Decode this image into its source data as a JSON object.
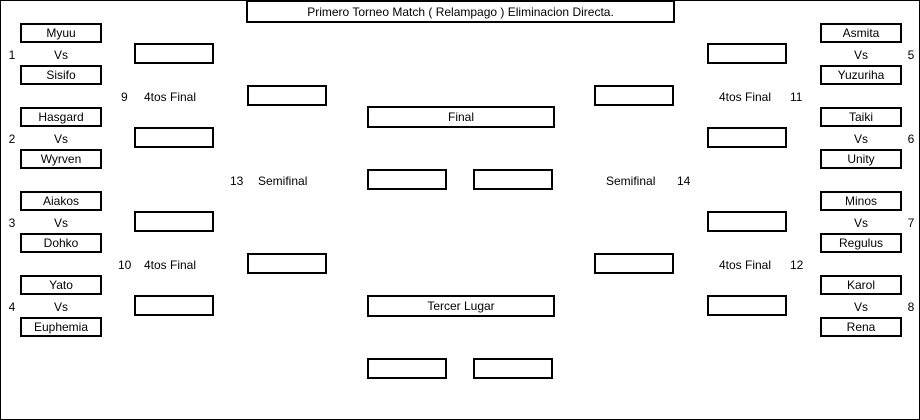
{
  "title": "Primero Torneo Match ( Relampago ) Eliminacion Directa.",
  "vs_label": "Vs",
  "left_matches": [
    {
      "number": "1",
      "top": "Myuu",
      "bottom": "Sisifo"
    },
    {
      "number": "2",
      "top": "Hasgard",
      "bottom": "Wyrven"
    },
    {
      "number": "3",
      "top": "Aiakos",
      "bottom": "Dohko"
    },
    {
      "number": "4",
      "top": "Yato",
      "bottom": "Euphemia"
    }
  ],
  "right_matches": [
    {
      "number": "5",
      "top": "Asmita",
      "bottom": "Yuzuriha"
    },
    {
      "number": "6",
      "top": "Taiki",
      "bottom": "Unity"
    },
    {
      "number": "7",
      "top": "Minos",
      "bottom": "Regulus"
    },
    {
      "number": "8",
      "top": "Karol",
      "bottom": "Rena"
    }
  ],
  "quarterfinals": {
    "label": "4tos Final",
    "left": [
      {
        "number": "9"
      },
      {
        "number": "10"
      }
    ],
    "right": [
      {
        "number": "11"
      },
      {
        "number": "12"
      }
    ]
  },
  "semifinals": {
    "label": "Semifinal",
    "left_number": "13",
    "right_number": "14"
  },
  "final": {
    "label": "Final"
  },
  "third_place": {
    "label": "Tercer Lugar"
  }
}
